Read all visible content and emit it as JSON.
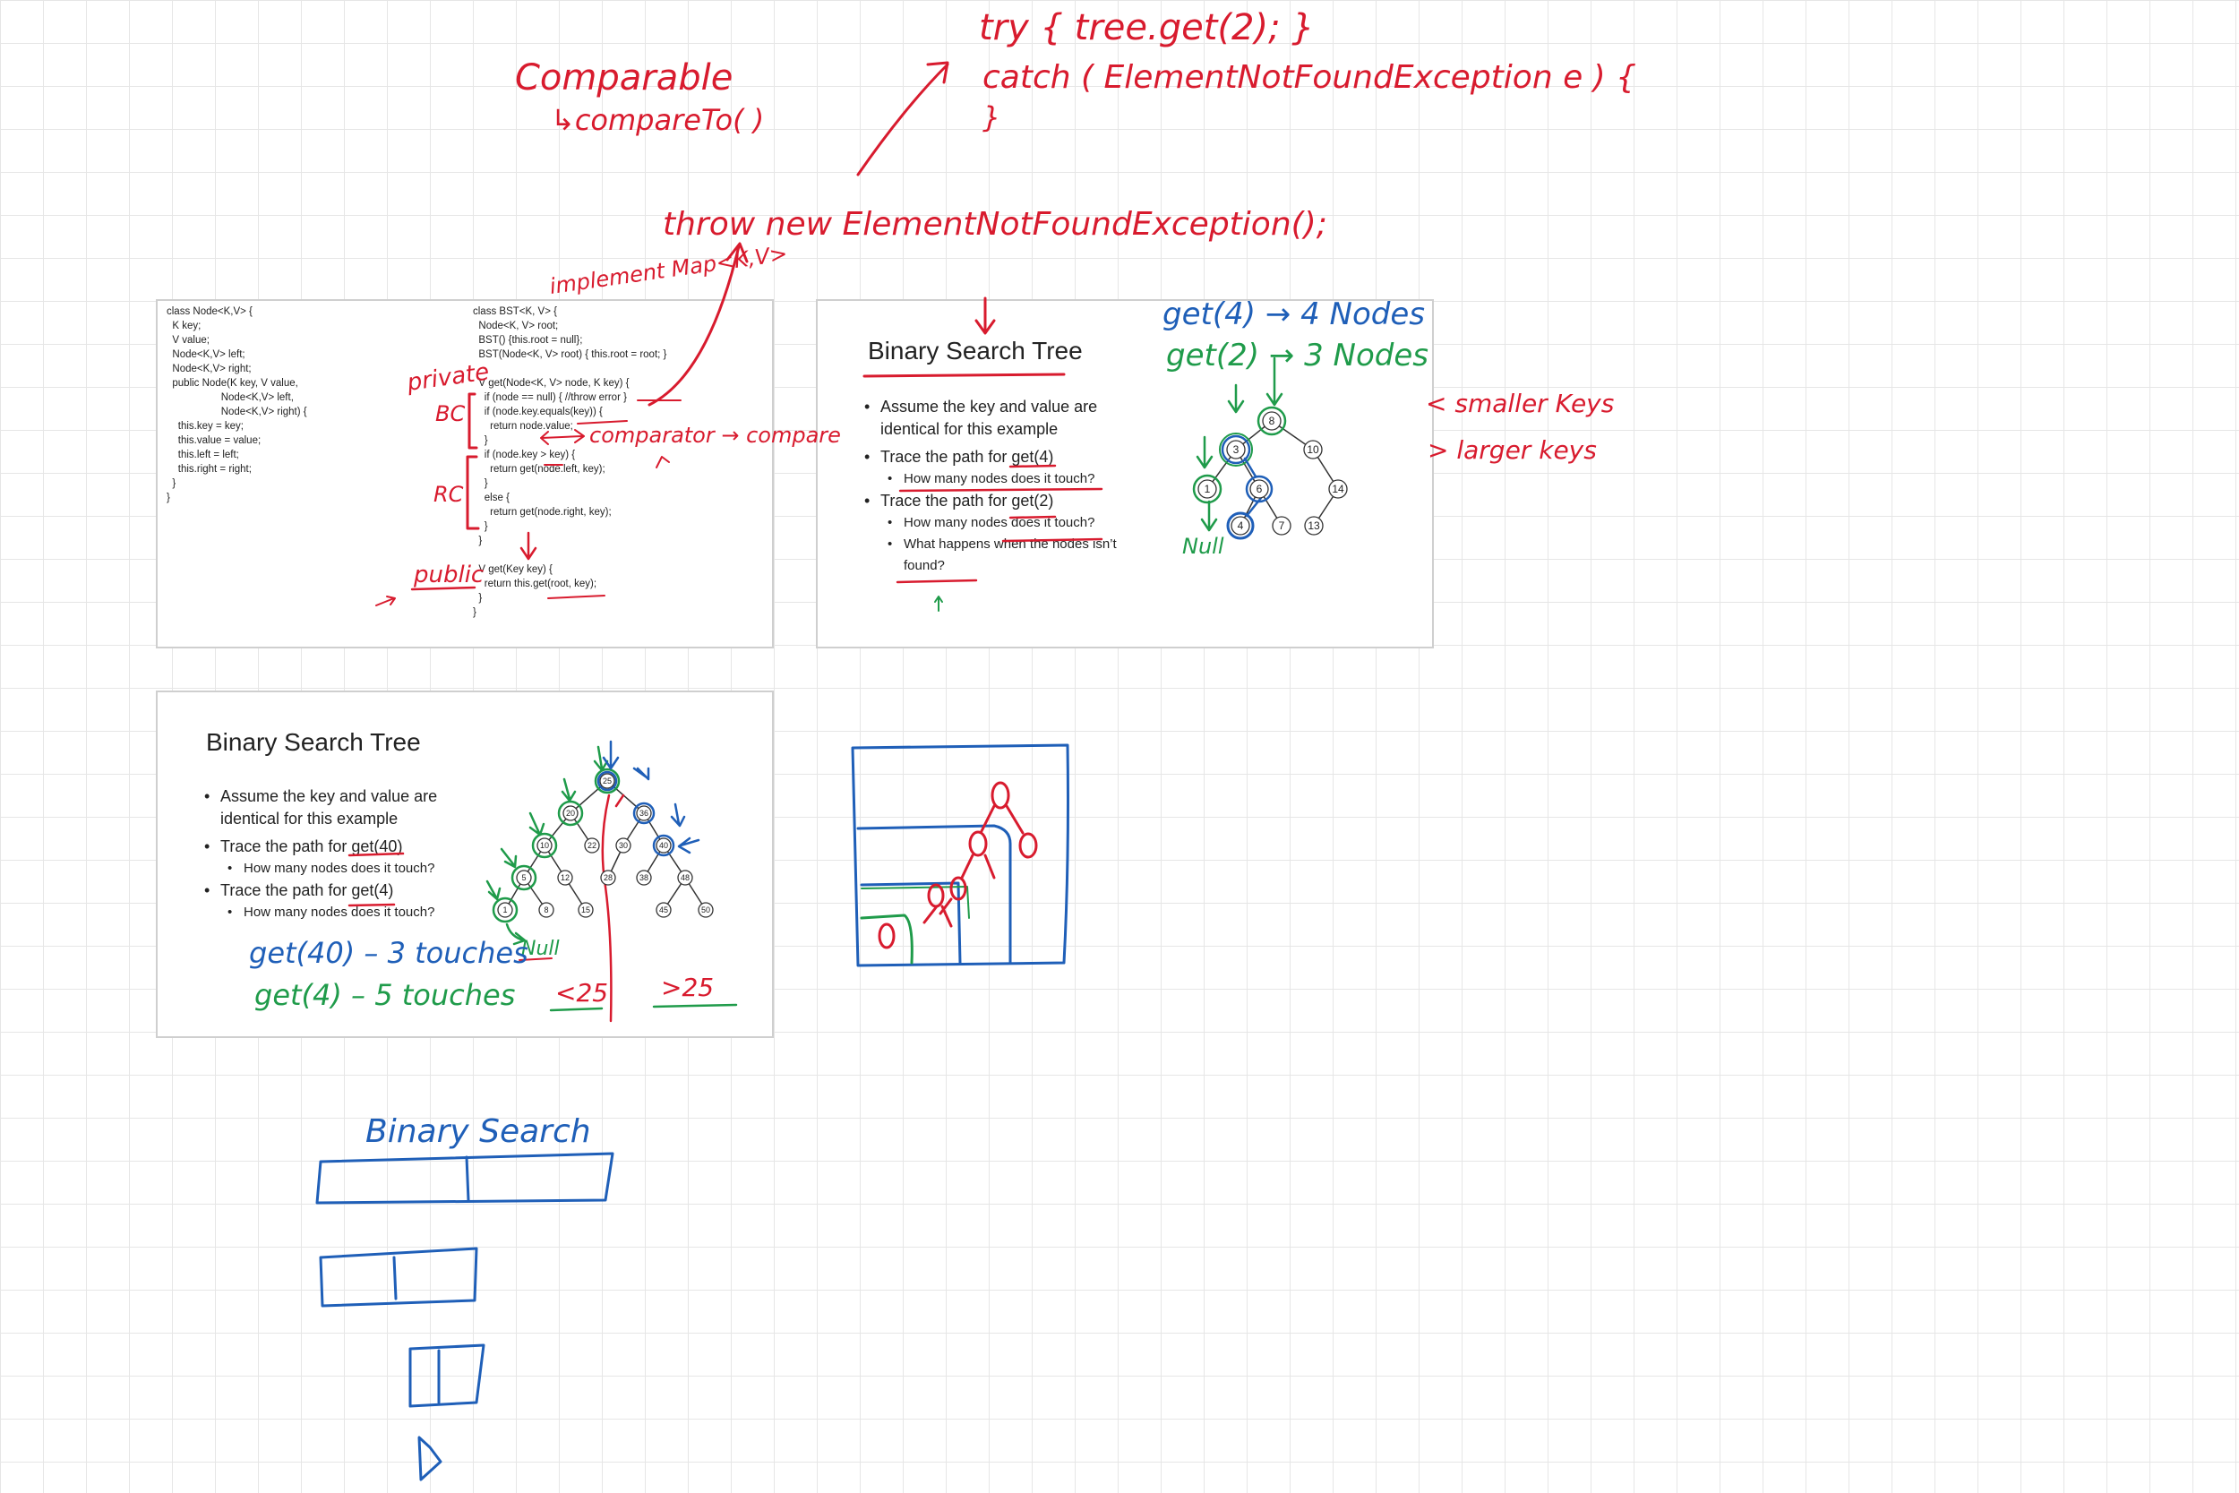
{
  "slide_code": {
    "node_class": [
      "class Node<K,V> {",
      "  K key;",
      "  V value;",
      "  Node<K,V> left;",
      "  Node<K,V> right;",
      "  public Node(K key, V value,",
      "                   Node<K,V> left,",
      "                   Node<K,V> right) {",
      "    this.key = key;",
      "    this.value = value;",
      "    this.left = left;",
      "    this.right = right;",
      "  }",
      "}"
    ],
    "bst_class": [
      "class BST<K, V> {",
      "  Node<K, V> root;",
      "  BST() {this.root = null};",
      "  BST(Node<K, V> root) { this.root = root; }",
      "",
      "  V get(Node<K, V> node, K key) {",
      "    if (node == null) { //throw error }",
      "    if (node.key.equals(key)) {",
      "      return node.value;",
      "    }",
      "    if (node.key > key) {",
      "      return get(node.left, key);",
      "    }",
      "    else {",
      "      return get(node.right, key);",
      "    }",
      "  }",
      "",
      "  V get(Key key) {",
      "    return this.get(root, key);",
      "  }",
      "}"
    ]
  },
  "slide_bst1": {
    "title": "Binary Search Tree",
    "b1": "Assume the key and value are identical for this example",
    "b2": "Trace the path for get(4)",
    "b2a": "How many nodes does it touch?",
    "b3": "Trace the path for get(2)",
    "b3a": "How many nodes does it touch?",
    "b3b": "What happens when the nodes isn’t found?",
    "nodes": [
      "8",
      "3",
      "10",
      "1",
      "6",
      "14",
      "4",
      "7",
      "13"
    ]
  },
  "slide_bst2": {
    "title": "Binary Search Tree",
    "b1": "Assume the key and value are identical for this example",
    "b2": "Trace the path for get(40)",
    "b2a": "How many nodes does it touch?",
    "b3": "Trace the path for get(4)",
    "b3a": "How many nodes does it touch?",
    "nodes": [
      "25",
      "20",
      "36",
      "10",
      "22",
      "30",
      "40",
      "5",
      "12",
      "28",
      "38",
      "48",
      "1",
      "8",
      "15",
      "45",
      "50"
    ]
  },
  "ink": {
    "comparable": "Comparable",
    "compare_to": "↳compareTo(    )",
    "try_line": "try {  tree.get(2); }",
    "catch_line": "catch ( ElementNotFoundException e ) {",
    "brace": "}",
    "throw_line": "throw new ElementNotFoundException();",
    "implement": "implement Map<K,V>",
    "private": "private",
    "bc": "BC",
    "rc": "RC",
    "comparator": "comparator → compare",
    "public": "public",
    "get4_nodes": "get(4) → 4 Nodes",
    "get2_nodes": "get(2) → 3 Nodes",
    "smaller_keys": "<  smaller  Keys",
    "larger_keys": ">  larger  keys",
    "null1": "Null",
    "get40_touches": "get(40) – 3 touches",
    "get4_touches": "get(4) – 5 touches",
    "null2": "Null",
    "lt25": "<25",
    "gt25": ">25",
    "binary_search": "Binary  Search"
  },
  "colors": {
    "red": "#d81b2e",
    "blue": "#1f5fb8",
    "green": "#1f9b4a",
    "gridline": "#e6e6e6"
  }
}
